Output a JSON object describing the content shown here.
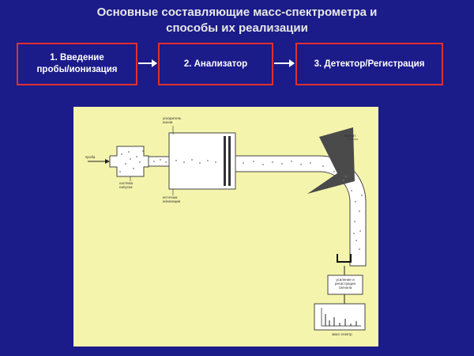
{
  "title": {
    "line1": "Основные составляющие масс-спектрометра и",
    "line2": "способы их реализации"
  },
  "steps": [
    {
      "line1": "1. Введение",
      "line2": "пробы/ионизация"
    },
    {
      "line1": "2. Анализатор",
      "line2": ""
    },
    {
      "line1": "3. Детектор/Регистрация",
      "line2": ""
    }
  ],
  "diagram": {
    "label_probe": "проба",
    "label_accelerator": "ускоритель ионов",
    "label_inlet": "система напуска",
    "label_ion_source": "источник ионизации",
    "label_magnet": "магнит",
    "label_amp": "усиление и регистрация сигнала",
    "label_mass_spectrum": "масс-спектр"
  },
  "colors": {
    "background": "#1b1b8a",
    "box_border": "#e0302e",
    "panel": "#f4f4ac"
  }
}
